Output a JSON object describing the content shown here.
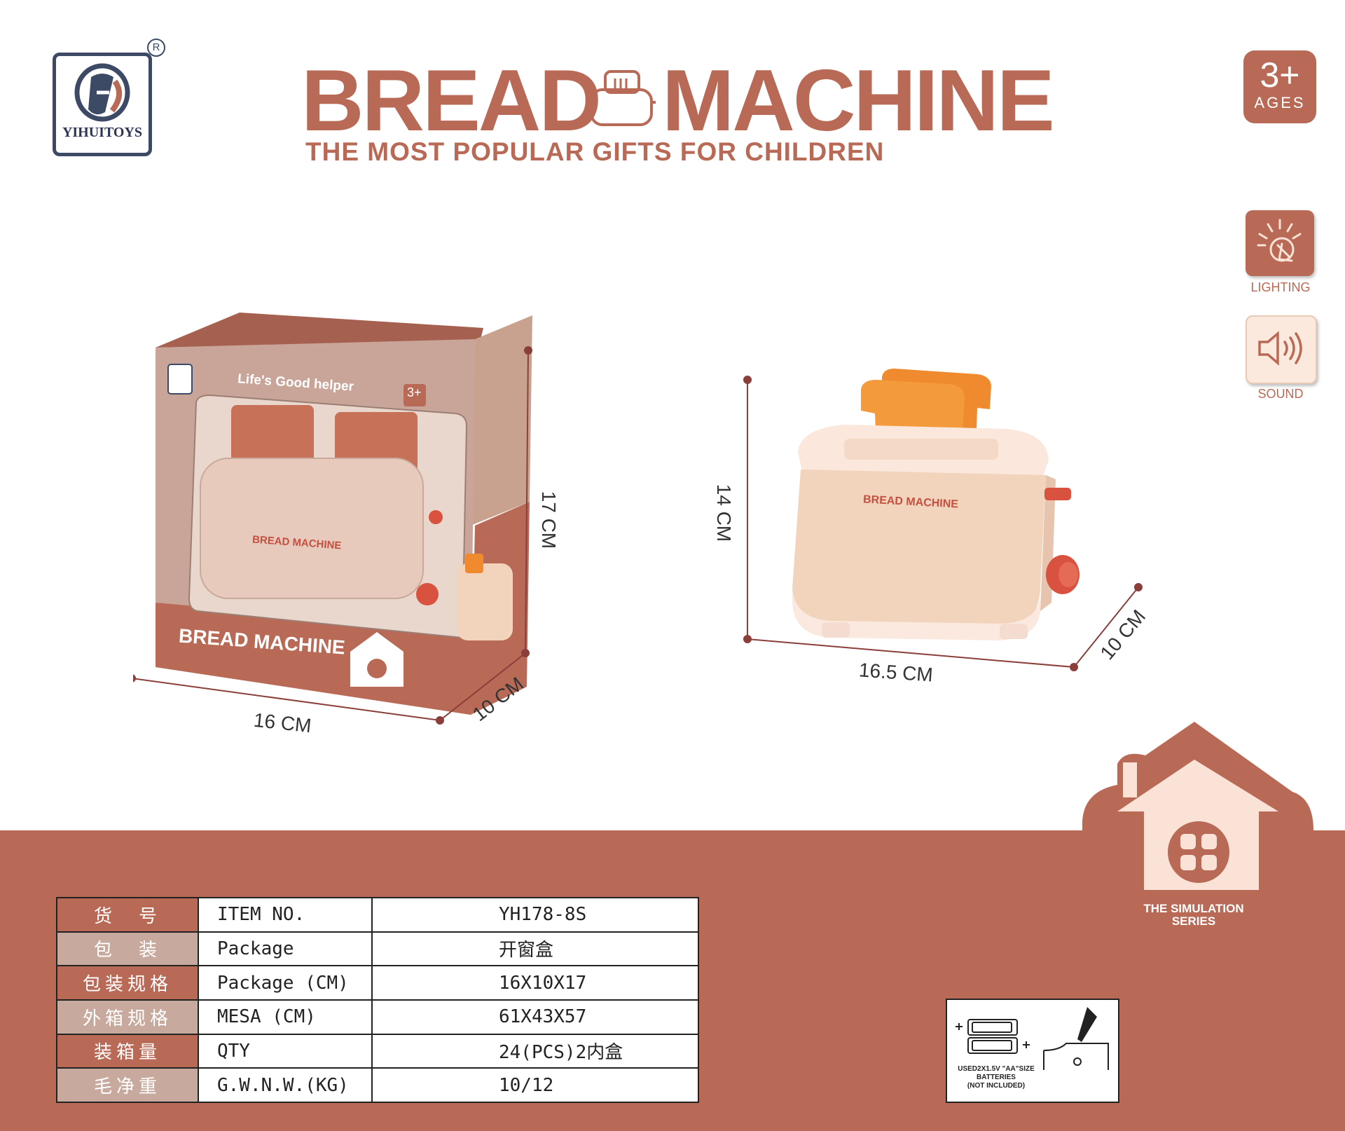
{
  "brand": {
    "name": "YIHUITOYS",
    "registered_mark": "R"
  },
  "header": {
    "title_left": "BREAD",
    "title_right": "MACHINE",
    "subtitle": "THE MOST POPULAR GIFTS FOR CHILDREN"
  },
  "age_badge": {
    "value": "3+",
    "label": "AGES"
  },
  "features": [
    {
      "label": "LIGHTING",
      "icon": "lighting-icon"
    },
    {
      "label": "SOUND",
      "icon": "speaker-icon"
    }
  ],
  "package_image": {
    "box_tagline": "Life's Good helper",
    "box_age": "3+",
    "box_title": "BREAD",
    "box_title2": "MACHINE",
    "box_product_label": "BREAD MACHINE"
  },
  "product_image": {
    "product_label": "BREAD MACHINE"
  },
  "dimensions": {
    "package_width": "16 CM",
    "package_depth": "10 CM",
    "package_height": "17 CM",
    "product_width": "16.5 CM",
    "product_depth": "10 CM",
    "product_height": "14 CM"
  },
  "specs": [
    {
      "zh": "货　号",
      "en": "ITEM NO.",
      "value": "YH178-8S"
    },
    {
      "zh": "包　装",
      "en": "Package",
      "value": "开窗盒"
    },
    {
      "zh": "包装规格",
      "en": "Package (CM)",
      "value": "16X10X17"
    },
    {
      "zh": "外箱规格",
      "en": "MESA  (CM)",
      "value": "61X43X57"
    },
    {
      "zh": "装箱量",
      "en": "QTY",
      "value": "24(PCS)2内盒"
    },
    {
      "zh": "毛净重",
      "en": "G.W.N.W.(KG)",
      "value": "10/12"
    }
  ],
  "simulation_series": {
    "line1": "THE SIMULATION",
    "line2": "SERIES"
  },
  "battery_note": {
    "line1": "USED2X1.5V \"AA\"SIZE",
    "line2": "BATTERIES",
    "line3": "(NOT INCLUDED)"
  },
  "colors": {
    "brand_terracotta": "#b86a56",
    "toast_orange": "#f08a2e",
    "toaster_body": "#f2d4bd",
    "knob_red": "#d9513f"
  }
}
